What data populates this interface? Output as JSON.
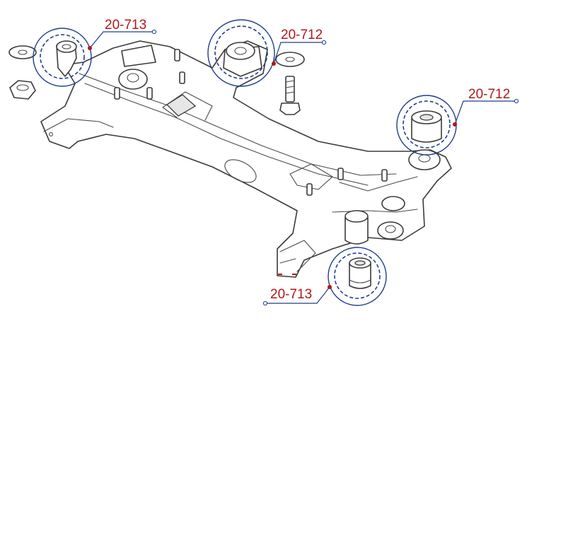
{
  "callouts": [
    {
      "id": "a",
      "label": "20-713"
    },
    {
      "id": "b",
      "label": "20-712"
    },
    {
      "id": "c",
      "label": "20-712"
    },
    {
      "id": "d",
      "label": "20-713"
    }
  ],
  "colors": {
    "ring": "#1f3f8a",
    "label": "#b01818",
    "dot": "#b01818",
    "outline": "#3a3a3a"
  }
}
